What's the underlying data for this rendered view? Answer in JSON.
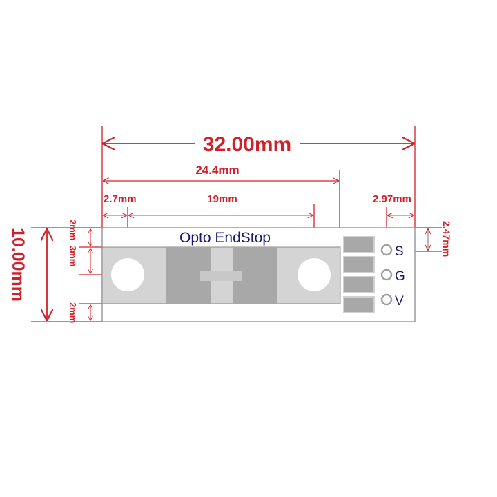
{
  "board": {
    "title": "Opto EndStop",
    "pins": [
      {
        "label": "S"
      },
      {
        "label": "G"
      },
      {
        "label": "V"
      }
    ]
  },
  "dimensions": {
    "total_width": "32.00mm",
    "hole_to_hole_span": "24.4mm",
    "left_offset": "2.7mm",
    "slot_span": "19mm",
    "right_margin": "2.97mm",
    "right_top_offset": "2.47mm",
    "total_height": "10.00mm",
    "top_margin": "2mm",
    "hole_offset": "3mm",
    "bottom_margin": "2mm"
  },
  "colors": {
    "dimension": "#d0202a",
    "label": "#1a1a6e",
    "board_outline": "#9a9a9a",
    "sensor_light": "#d4d4d4",
    "sensor_dark": "#a8a8a8"
  }
}
